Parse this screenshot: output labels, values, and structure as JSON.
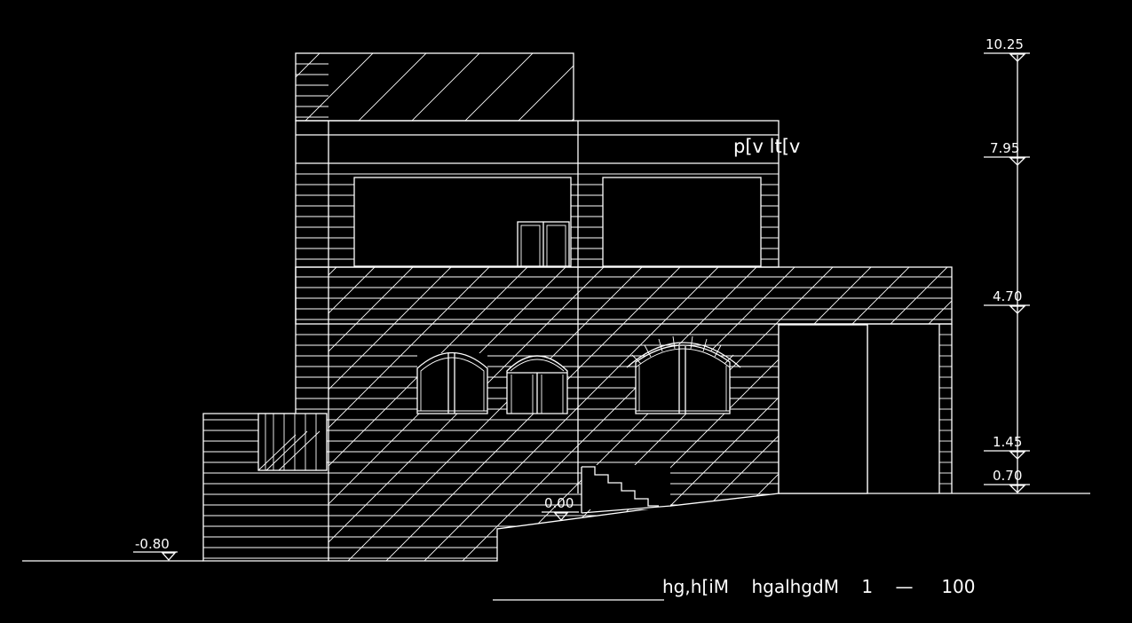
{
  "drawing": {
    "background": "#000000",
    "stroke": "#ffffff",
    "room_label": "p[v lt[v",
    "title": "hg,h[iM    hgalhgdM    1    —     100"
  },
  "levels": [
    {
      "key": "l1025",
      "label": "10.25"
    },
    {
      "key": "l795",
      "label": "7.95"
    },
    {
      "key": "l470",
      "label": "4.70"
    },
    {
      "key": "l145",
      "label": "1.45"
    },
    {
      "key": "l070",
      "label": "0.70"
    },
    {
      "key": "l000",
      "label": "0.00"
    },
    {
      "key": "lm080",
      "label": "-0.80"
    }
  ]
}
